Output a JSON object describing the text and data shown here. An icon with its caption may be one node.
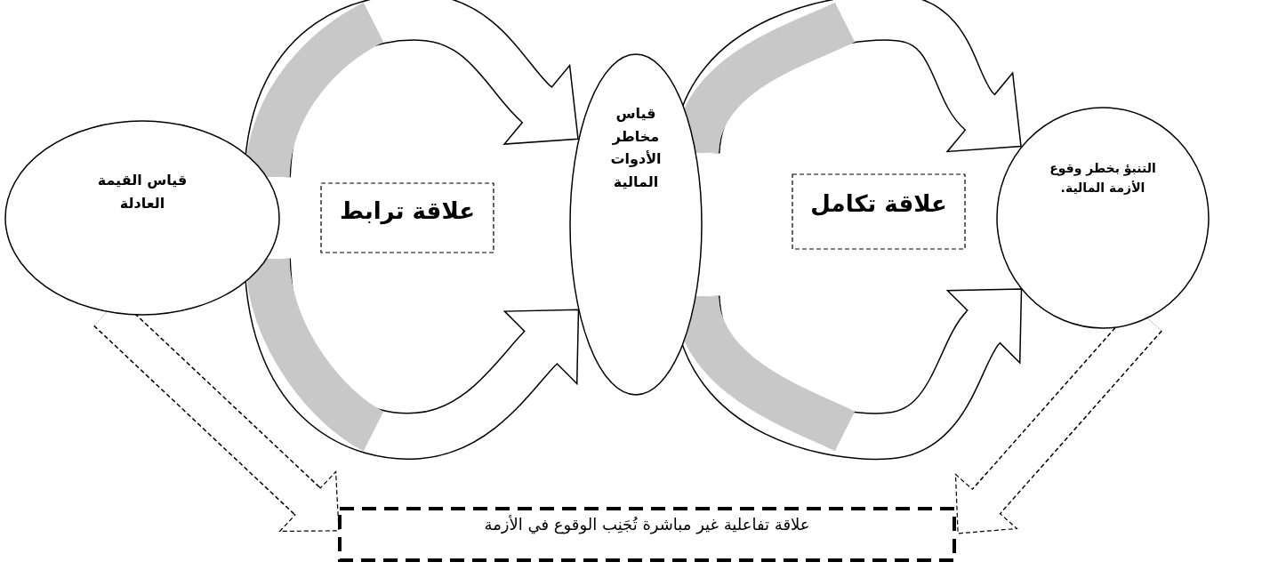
{
  "diagram": {
    "nodes": [
      {
        "text": [
          "قياس القيمة العادلة"
        ]
      },
      {
        "text": [
          "علاقة ترابط"
        ]
      },
      {
        "text": [
          "قياس مخاطر الأدوات المالية"
        ]
      },
      {
        "text": [
          "علاقة تكامل"
        ]
      },
      {
        "text": [
          "التنبؤ بخطر وقوع الأزمة المالية."
        ]
      },
      {
        "text": [
          "علاقة تفاعلية غير مباشرة تُجَنِب الوقوع في الأزمة"
        ]
      }
    ],
    "edges": [
      {
        "from": 0,
        "to": 2,
        "arrow": "to"
      },
      {
        "from": 0,
        "to": 2,
        "arrow": "to"
      },
      {
        "from": 2,
        "to": 4,
        "arrow": "to"
      },
      {
        "from": 2,
        "to": 4,
        "arrow": "to"
      },
      {
        "from": 0,
        "to": 5,
        "arrow": "to",
        "style": "dashed"
      },
      {
        "from": 4,
        "to": 5,
        "arrow": "to",
        "style": "dashed"
      }
    ]
  }
}
